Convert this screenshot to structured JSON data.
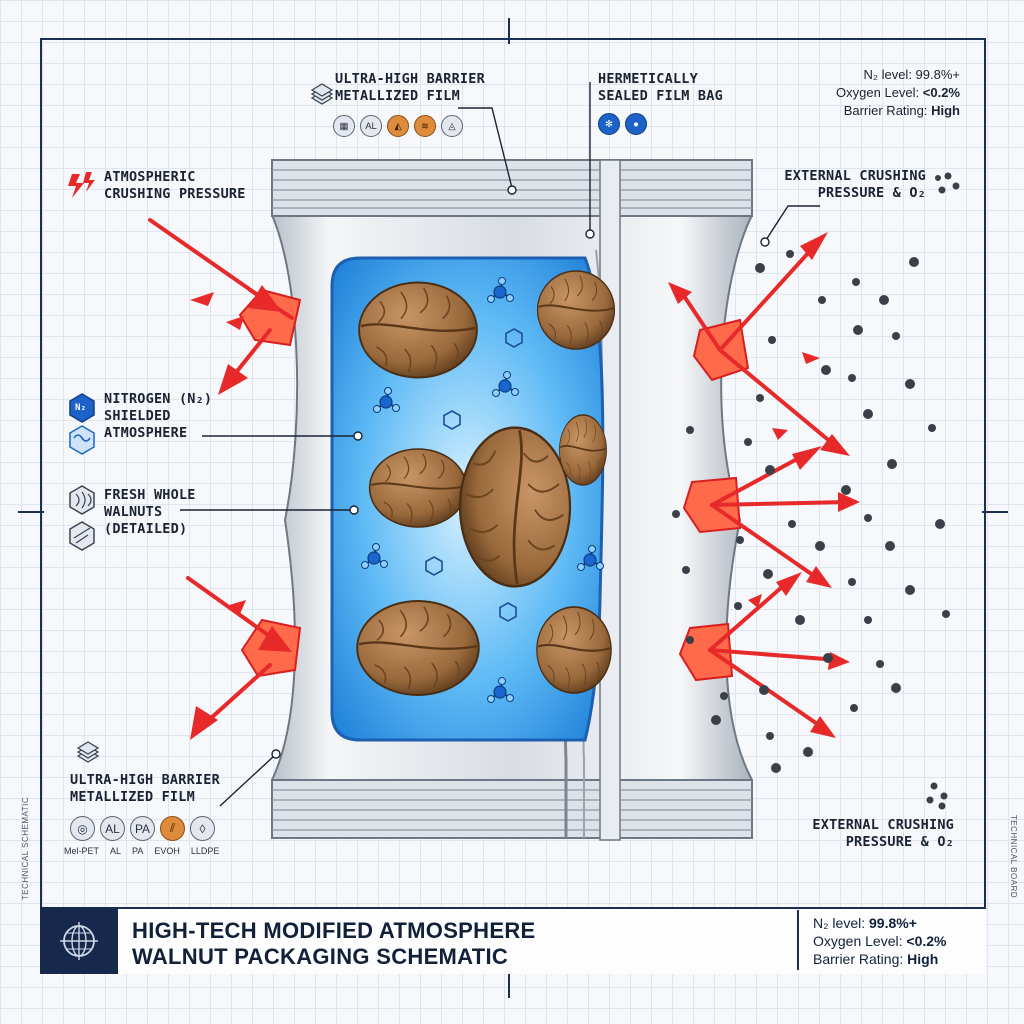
{
  "labels": {
    "barrier_film_top": [
      "ULTRA-HIGH BARRIER",
      "METALLIZED FILM"
    ],
    "sealed_bag": [
      "HERMETICALLY",
      "SEALED FILM BAG"
    ],
    "crush_left": [
      "ATMOSPHERIC",
      "CRUSHING PRESSURE"
    ],
    "crush_right_top": [
      "EXTERNAL CRUSHING",
      "PRESSURE & O₂"
    ],
    "crush_right_bottom": [
      "EXTERNAL CRUSHING",
      "PRESSURE & O₂"
    ],
    "nitrogen": [
      "NITROGEN (N₂)",
      "SHIELDED",
      "ATMOSPHERE"
    ],
    "walnuts": [
      "FRESH WHOLE",
      "WALNUTS",
      "(DETAILED)"
    ],
    "barrier_film_bottom": [
      "ULTRA-HIGH BARRIER",
      "METALLIZED FILM"
    ]
  },
  "top_chips": [
    "AL"
  ],
  "layer_chips": [
    "AL",
    "PA"
  ],
  "layer_legend": [
    "Mel-PET",
    "AL",
    "PA",
    "EVOH",
    "LLDPE"
  ],
  "icon_glyphs": {
    "nitrogen_chip": "N₂"
  },
  "stats": {
    "n2_label": "N₂ level: ",
    "n2_value": "99.8%+",
    "o2_label": "Oxygen Level: ",
    "o2_value": "<0.2%",
    "barrier_label": "Barrier Rating: ",
    "barrier_value": "High"
  },
  "title": [
    "HIGH-TECH MODIFIED ATMOSPHERE",
    "WALNUT PACKAGING SCHEMATIC"
  ],
  "side_marks": {
    "left": "TECHNICAL SCHEMATIC",
    "right": "TECHNICAL BOARD"
  },
  "icons": {
    "layers": "layers-icon",
    "pressure": "lightning-pressure-icon",
    "nitrogen": "nitrogen-molecule-icon",
    "walnut": "walnut-icon",
    "logo": "globe-crosshair-icon",
    "oxygen": "oxygen-particles-icon"
  },
  "colors": {
    "frame": "#1c2e54",
    "arrow": "#e8292a",
    "atmosphere": "#3aa7f2",
    "walnut": "#9a6a3c",
    "film": "#cfd5dc",
    "particle": "#3b4048"
  }
}
